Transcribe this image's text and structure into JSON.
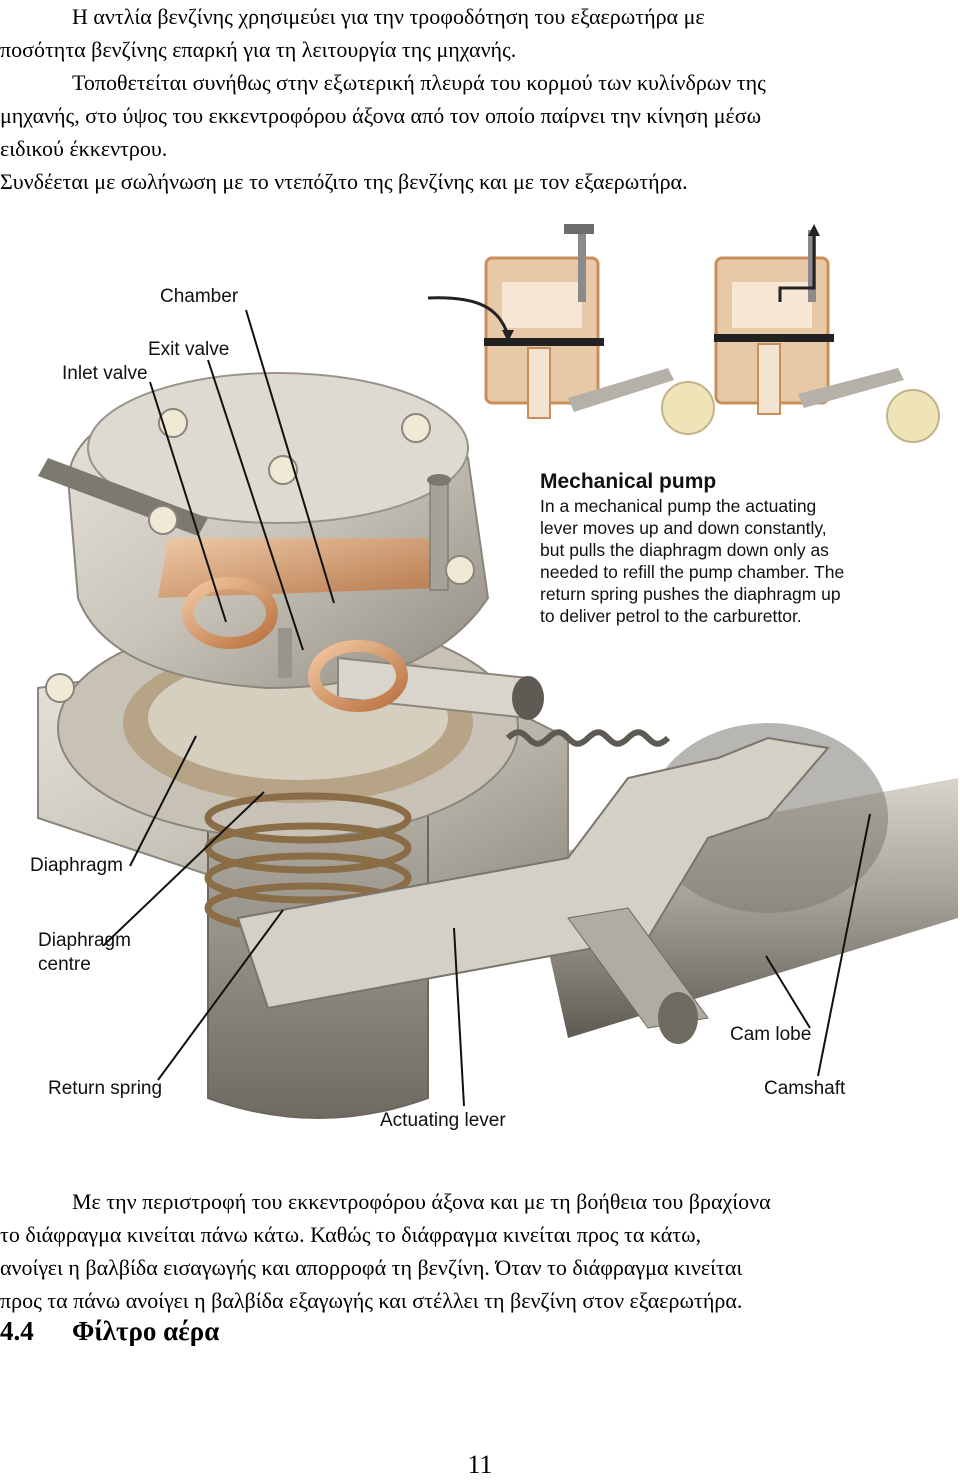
{
  "paragraph_1": [
    "Η αντλία βενζίνης χρησιμεύει για την τροφοδότηση του εξαερωτήρα με",
    "ποσότητα βενζίνης επαρκή για τη λειτουργία της μηχανής.",
    "Τοποθετείται συνήθως στην εξωτερική πλευρά του κορμού των κυλίνδρων της",
    "μηχανής, στο ύψος του εκκεντροφόρου άξονα από τον οποίο παίρνει την κίνηση μέσω",
    "ειδικού έκκεντρου.",
    "Συνδέεται με σωλήνωση με το ντεπόζιτο της βενζίνης και με τον εξαερωτήρα."
  ],
  "figure": {
    "labels": {
      "chamber": "Chamber",
      "exit_valve": "Exit valve",
      "inlet_valve": "Inlet valve",
      "diaphragm": "Diaphragm",
      "diaphragm_centre_1": "Diaphragm",
      "diaphragm_centre_2": "centre",
      "return_spring": "Return spring",
      "actuating_lever": "Actuating lever",
      "cam_lobe": "Cam lobe",
      "camshaft": "Camshaft"
    },
    "caption_title": "Mechanical pump",
    "caption_lines": [
      "In a mechanical pump the actuating",
      "lever moves up and down constantly,",
      "but pulls the diaphragm down only as",
      "needed to refill the pump chamber. The",
      "return spring pushes the diaphragm up",
      "to deliver petrol to the carburettor."
    ]
  },
  "paragraph_2": [
    "Με την περιστροφή του εκκεντροφόρου άξονα και με τη βοήθεια του βραχίονα",
    "το διάφραγμα κινείται πάνω κάτω. Καθώς το διάφραγμα κινείται προς τα κάτω,",
    "ανοίγει η βαλβίδα εισαγωγής και απορροφά τη βενζίνη. Όταν το διάφραγμα κινείται",
    "προς τα πάνω ανοίγει η βαλβίδα εξαγωγής και στέλλει τη βενζίνη στον εξαερωτήρα."
  ],
  "section": {
    "number": "4.4",
    "title": "Φίλτρο αέρα"
  },
  "page_number": "11"
}
